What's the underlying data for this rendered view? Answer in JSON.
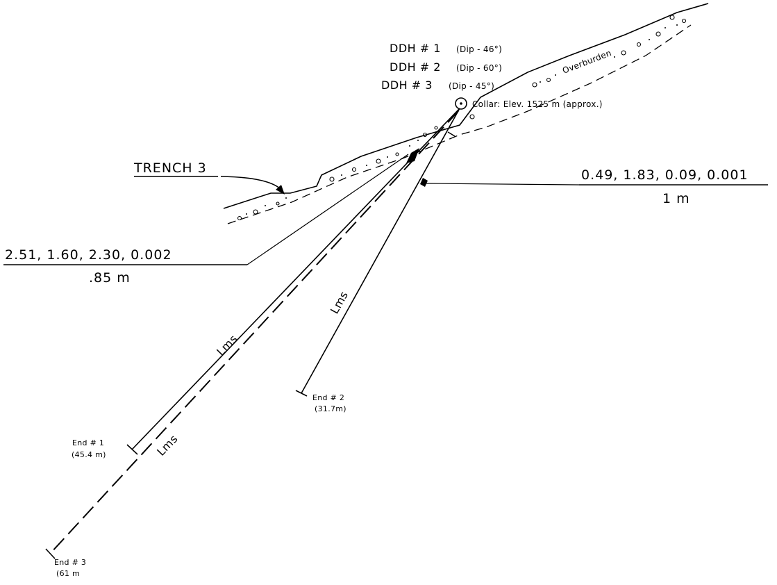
{
  "drill_holes": [
    {
      "name": "DDH # 1",
      "dip": "(Dip - 46°)"
    },
    {
      "name": "DDH # 2",
      "dip": "(Dip - 60°)"
    },
    {
      "name": "DDH # 3",
      "dip": "(Dip - 45°)"
    }
  ],
  "collar": "Collar: Elev. 1525 m (approx.)",
  "overburden": "Overburden",
  "trench": "TRENCH 3",
  "assays": {
    "right": {
      "values": "0.49, 1.83, 0.09, 0.001",
      "width": "1 m"
    },
    "left": {
      "values": "2.51, 1.60, 2.30, 0.002",
      "width": ".85 m"
    }
  },
  "rock_labels": {
    "hole1": "Lms",
    "hole2": "Lms",
    "hole3": "Lms"
  },
  "hole_ends": {
    "end1": {
      "label": "End # 1",
      "depth": "(45.4 m)"
    },
    "end2": {
      "label": "End # 2",
      "depth": "(31.7m)"
    },
    "end3": {
      "label": "End # 3",
      "depth": "(61 m"
    }
  }
}
